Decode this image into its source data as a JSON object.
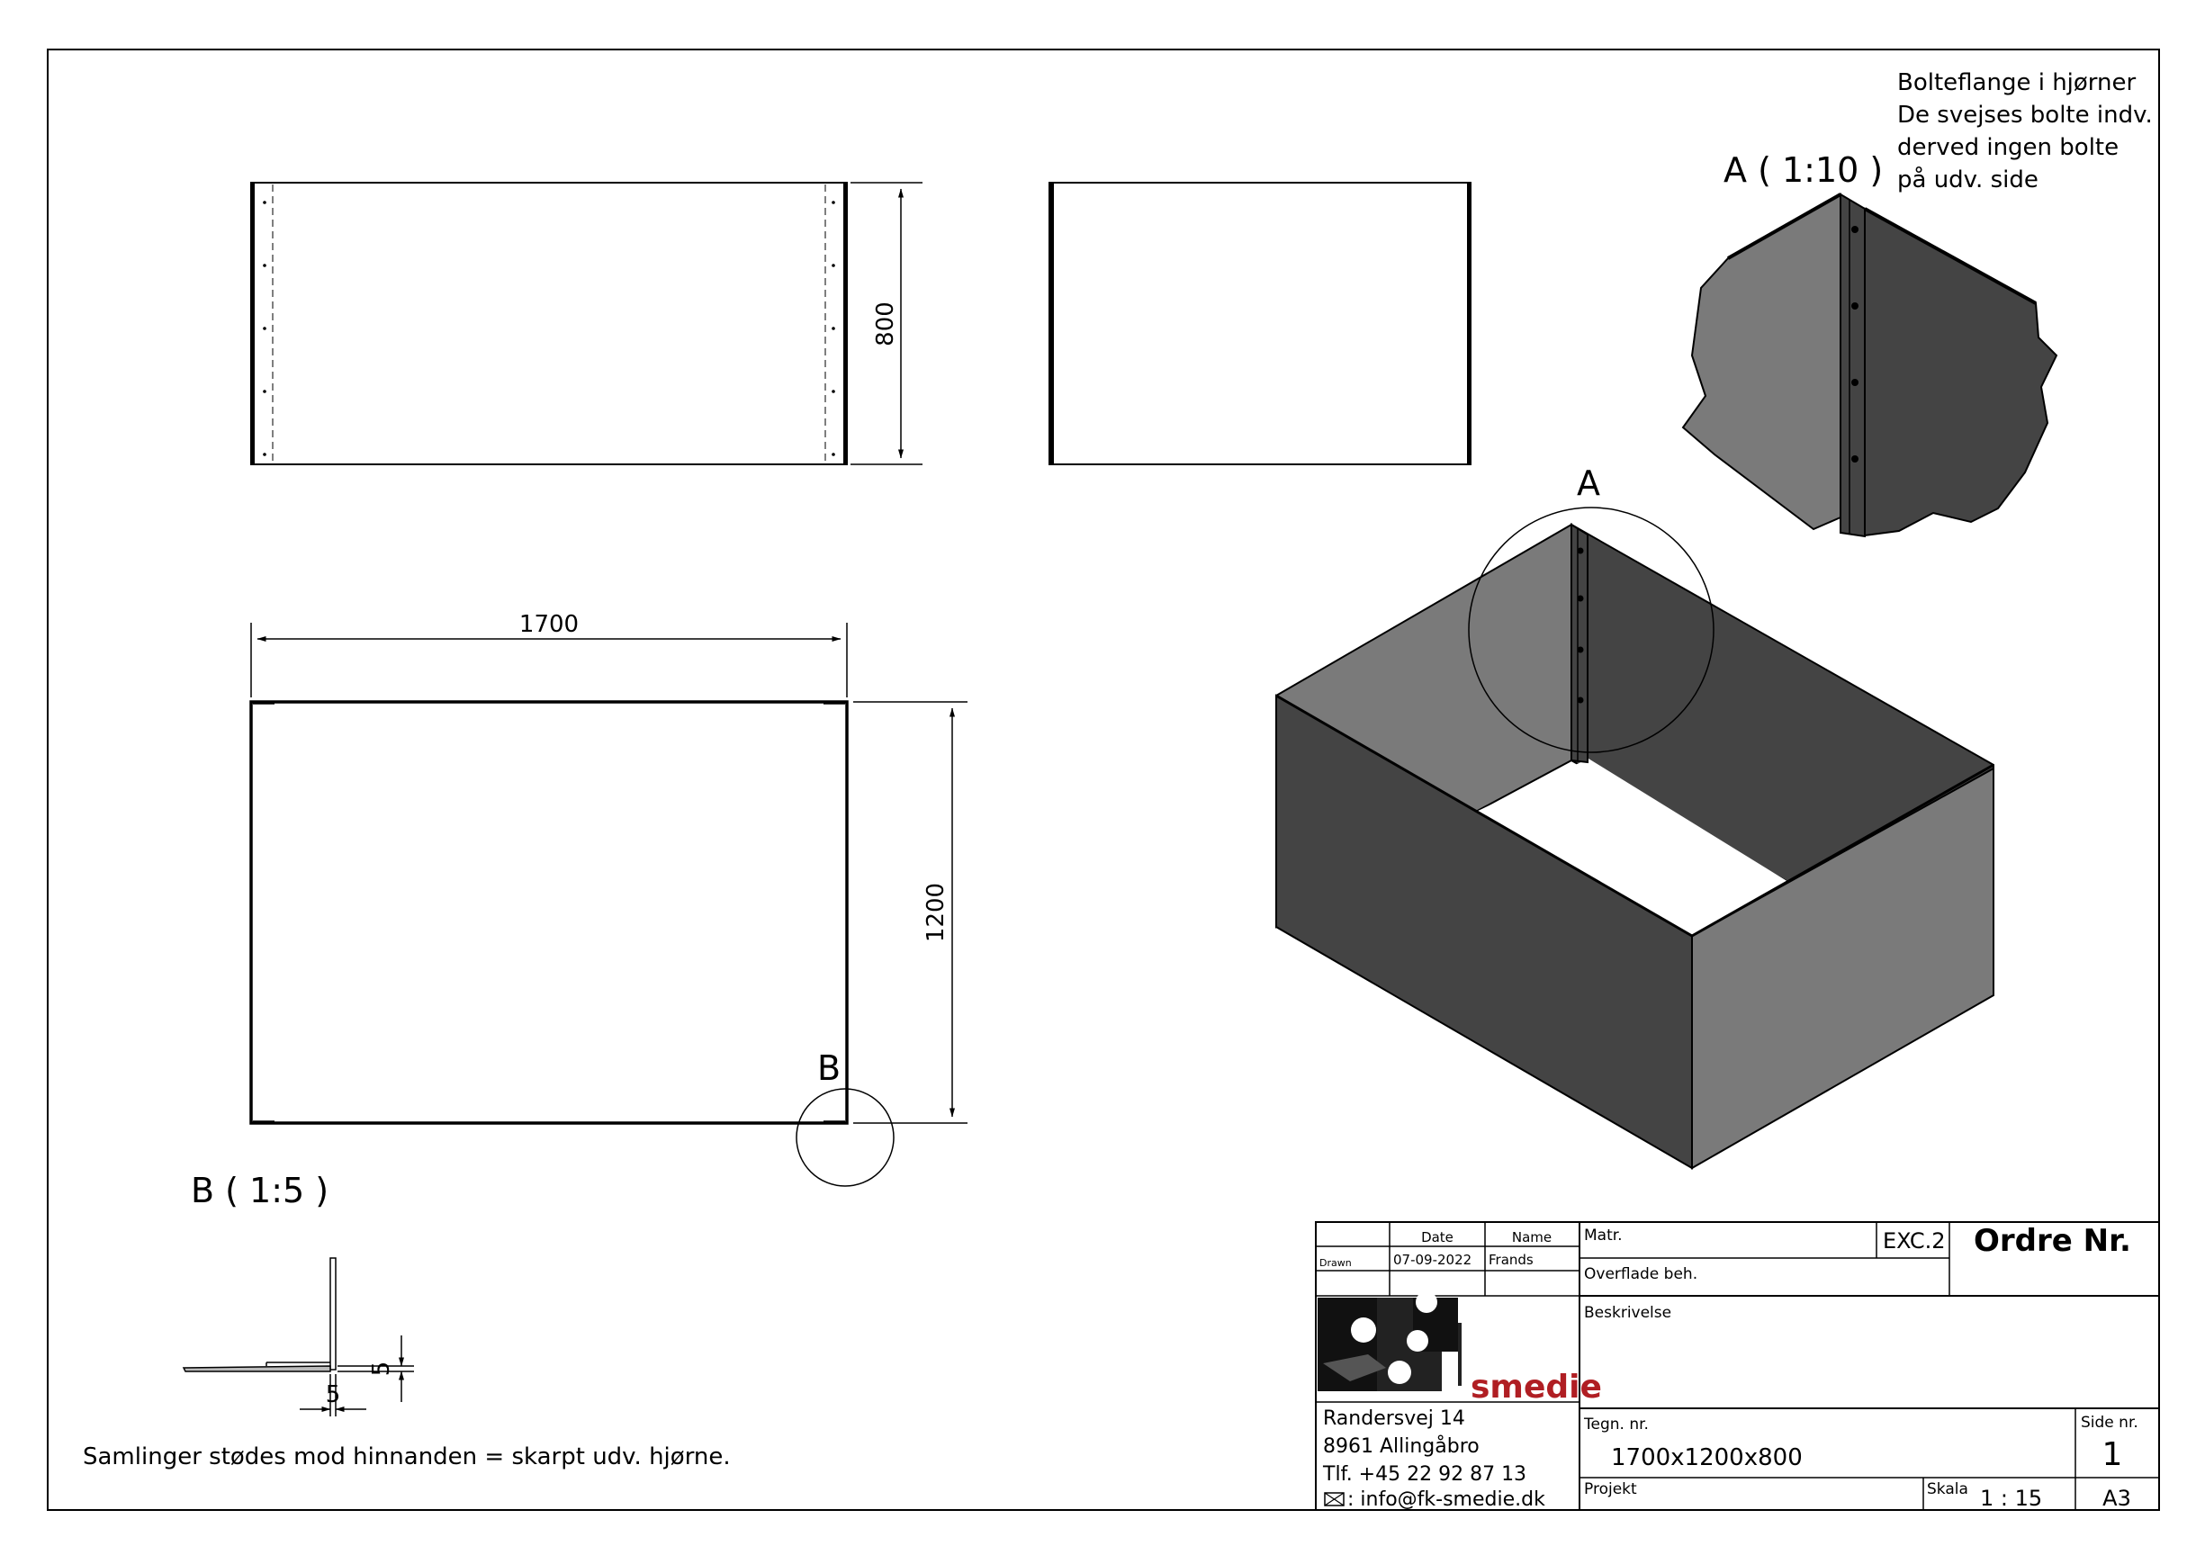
{
  "note": {
    "lines": [
      "Bolteflange i hjørner",
      "De svejses bolte indv.",
      "derved ingen bolte",
      "på udv. side"
    ]
  },
  "detail_a": {
    "callout": "A",
    "title": "A ( 1:10 )"
  },
  "detail_b": {
    "callout": "B",
    "title": "B ( 1:5 )",
    "dim_vertical": "5",
    "dim_horizontal": "5"
  },
  "dimensions": {
    "side_height": "800",
    "length": "1700",
    "width": "1200"
  },
  "footer_note": "Samlinger stødes mod hinnanden = skarpt udv. hjørne.",
  "title_block": {
    "date_header": "Date",
    "name_header": "Name",
    "drawn_label": "Drawn",
    "drawn_date": "07-09-2022",
    "drawn_name": "Frands",
    "matr_label": "Matr.",
    "exc_label": "EXC.2",
    "order_label": "Ordre Nr.",
    "surface_label": "Overflade beh.",
    "description_label": "Beskrivelse",
    "logo_text": "smedie",
    "address": [
      "Randersvej 14",
      "8961 Allingåbro",
      "Tlf.  +45  22  92  87  13"
    ],
    "email": ": info@fk-smedie.dk",
    "drawing_no_label": "Tegn.  nr.",
    "drawing_no": "1700x1200x800",
    "page_label": "Side  nr.",
    "page_no": "1",
    "project_label": "Projekt",
    "scale_label": "Skala",
    "scale_value": "1  :  15",
    "paper_size": "A3"
  },
  "colors": {
    "dark_panel": "#444444",
    "mid_panel": "#7a7a7a",
    "logo_red": "#b01e23",
    "line": "#000000"
  }
}
